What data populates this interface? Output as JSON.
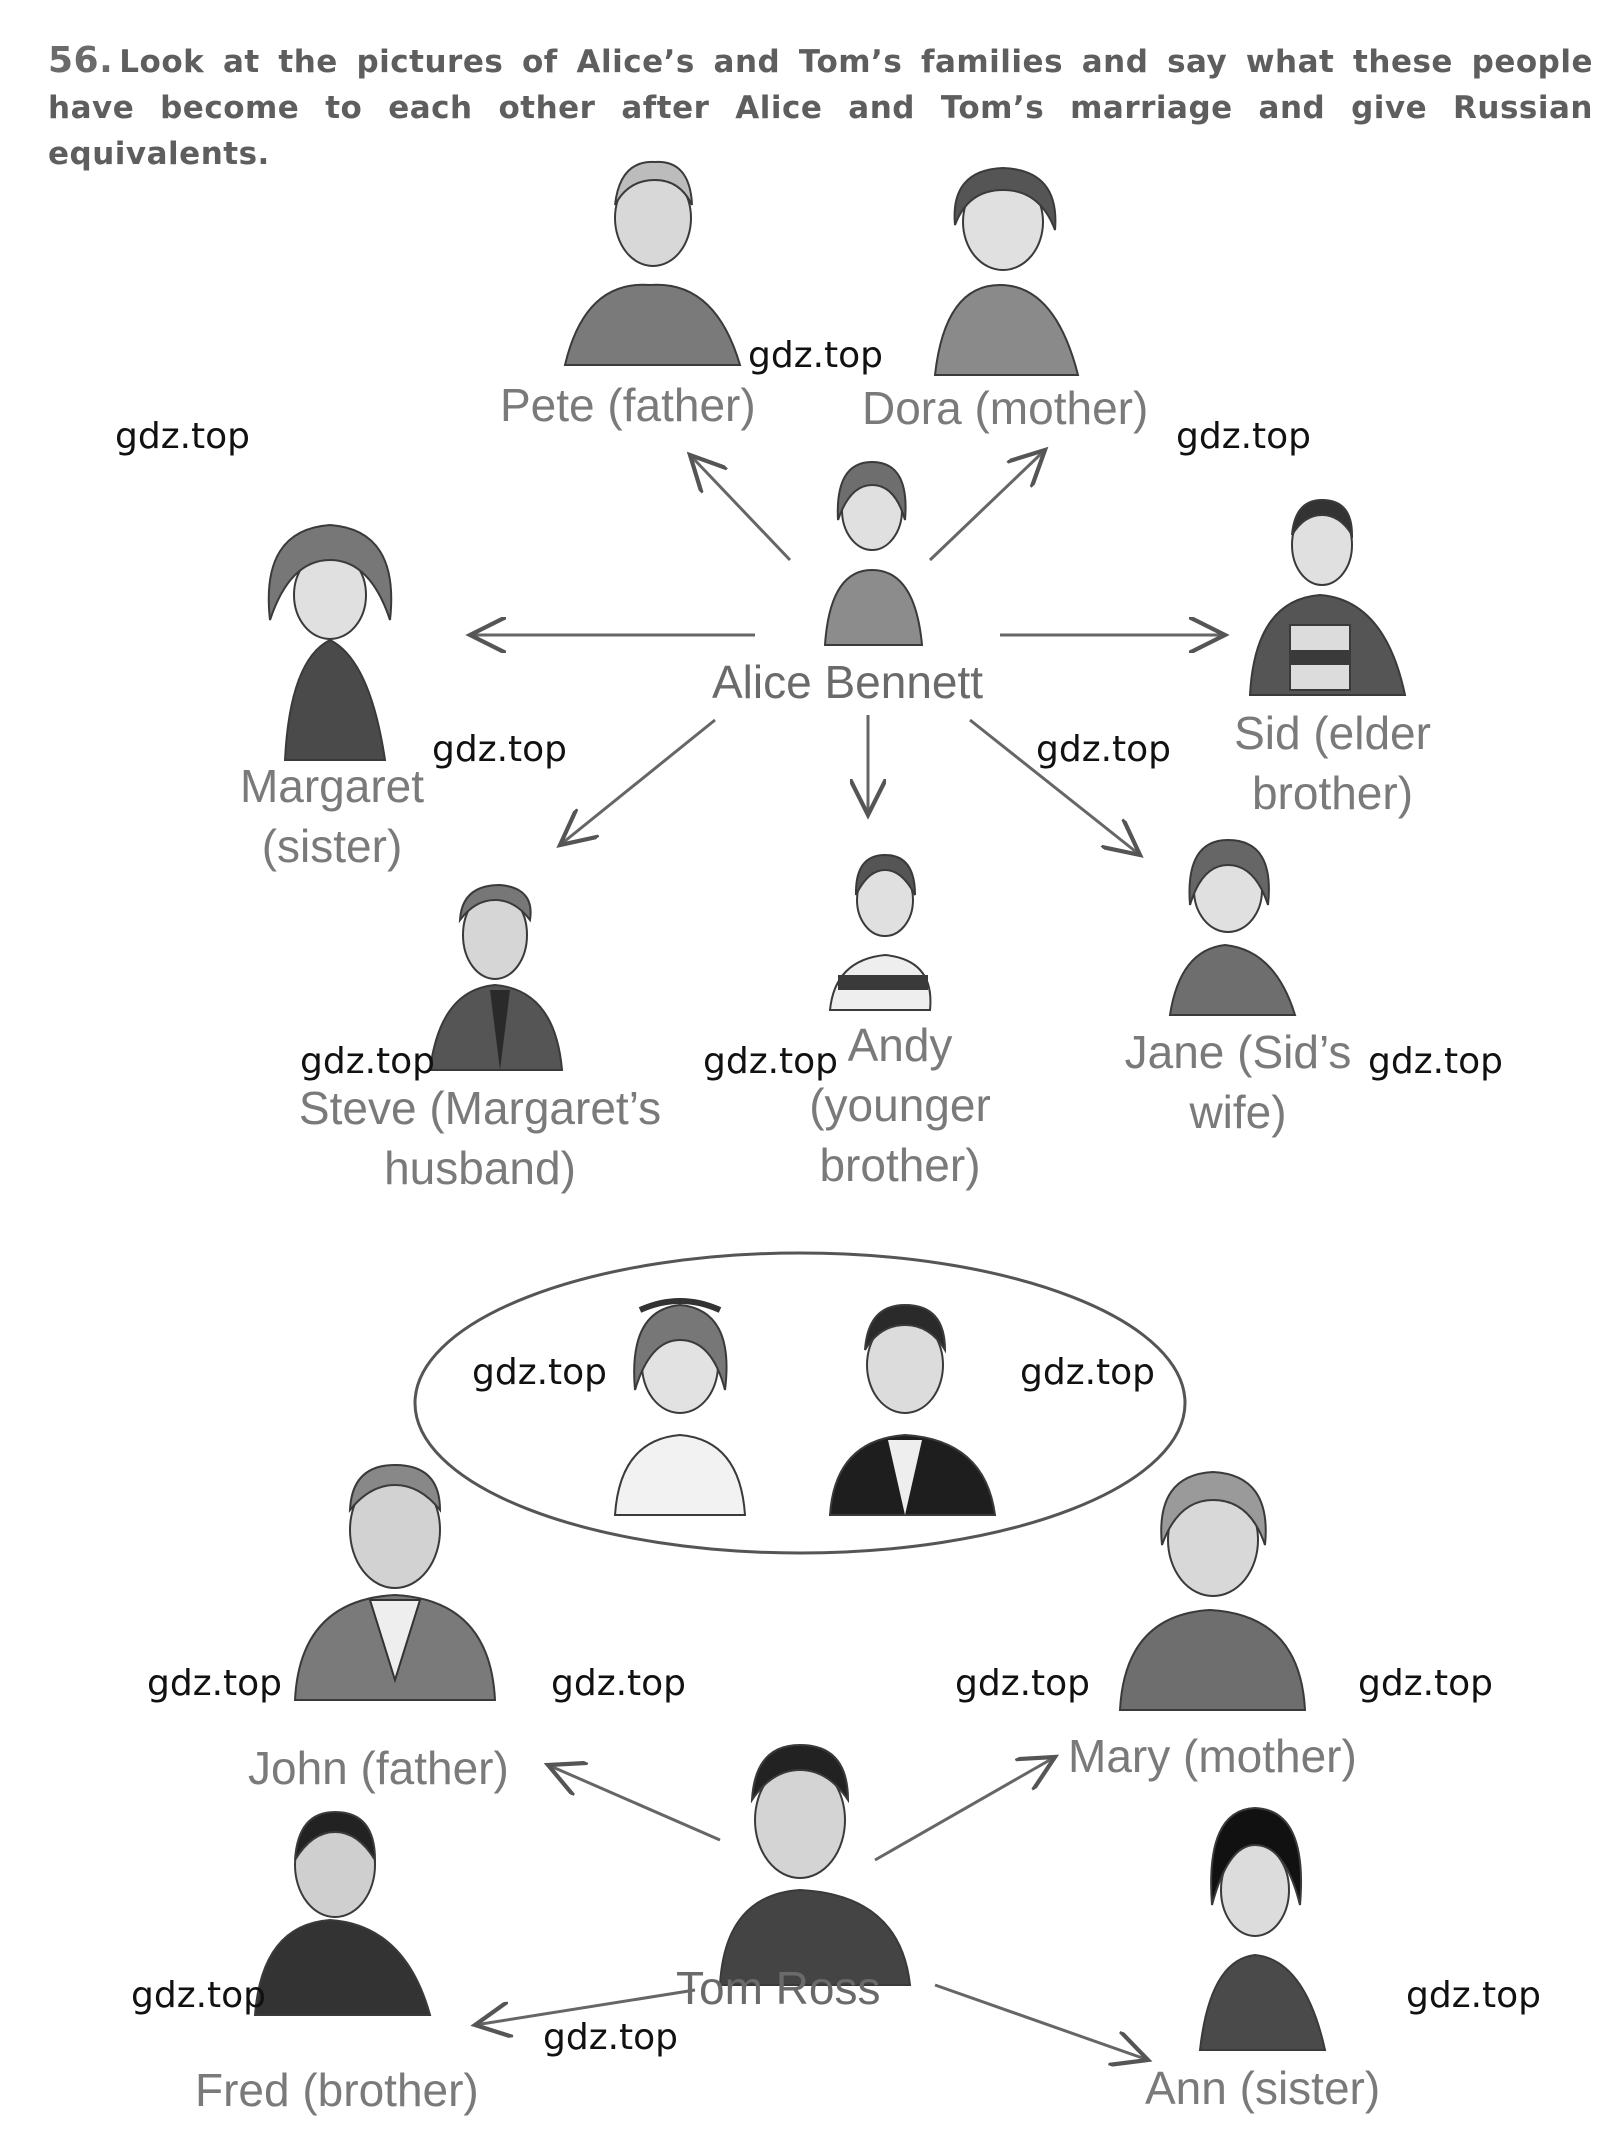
{
  "exercise": {
    "number": "56.",
    "instruction": "Look at the pictures of Alice’s and Tom’s families and say what these people have become to each other after Alice and Tom’s marriage and give Russian equivalents."
  },
  "alice_family": {
    "center": "Alice Bennett",
    "pete": "Pete (father)",
    "dora": "Dora (mother)",
    "margaret_1": "Margaret",
    "margaret_2": "(sister)",
    "sid_1": "Sid (elder",
    "sid_2": "brother)",
    "steve_1": "Steve (Margaret’s",
    "steve_2": "husband)",
    "andy_1": "Andy",
    "andy_2": "(younger",
    "andy_3": "brother)",
    "jane_1": "Jane (Sid’s",
    "jane_2": "wife)"
  },
  "tom_family": {
    "center": "Tom Ross",
    "john": "John (father)",
    "mary": "Mary (mother)",
    "fred": "Fred (brother)",
    "ann": "Ann (sister)"
  },
  "watermark": "gdz.top"
}
